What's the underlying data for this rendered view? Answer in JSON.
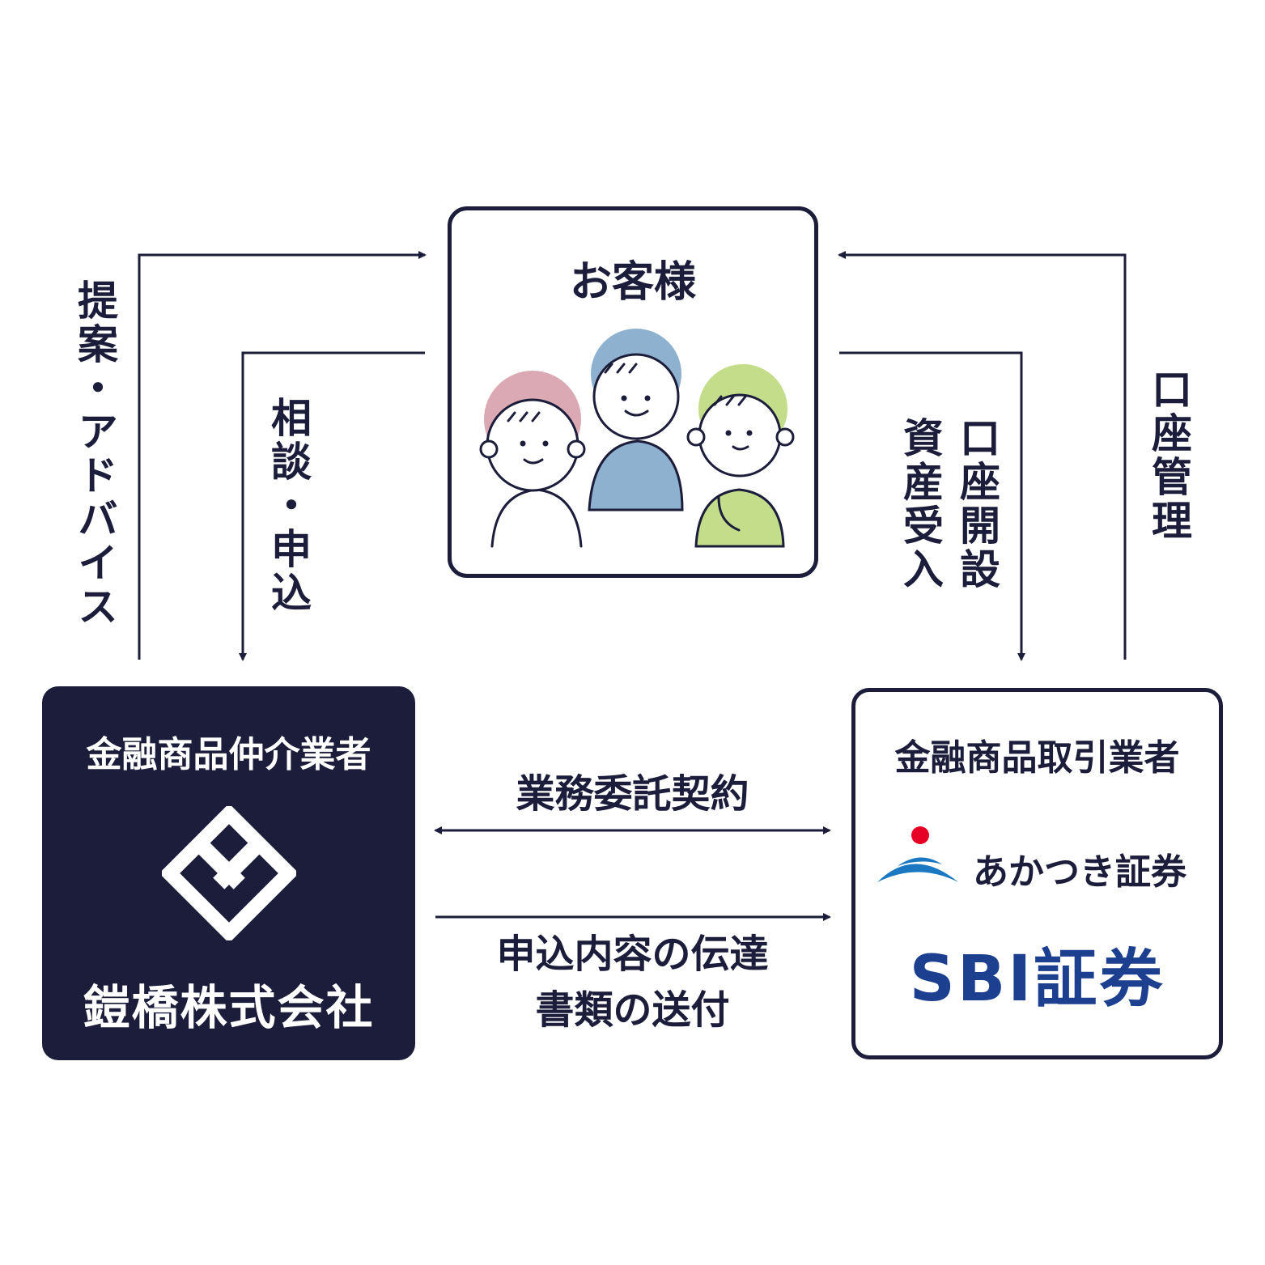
{
  "customer": {
    "title": "お客様"
  },
  "broker": {
    "role": "金融商品仲介業者",
    "company": "鎧橋株式会社"
  },
  "dealer": {
    "role": "金融商品取引業者",
    "partners": [
      "あかつき証券",
      "SBI証券"
    ]
  },
  "flows": {
    "proposal": "提案・アドバイス",
    "consultation": "相談・申込",
    "account_opening": "口座開設",
    "asset_transfer": "資産受入",
    "account_management": "口座管理",
    "outsourcing_contract": "業務委託契約",
    "application_transmission": "申込内容の伝達",
    "document_sending": "書類の送付"
  },
  "colors": {
    "navy": "#1b1d3a",
    "sbi_blue": "#1d3f8f",
    "akatsuki_red": "#e60026",
    "akatsuki_blue": "#1a78c2"
  }
}
